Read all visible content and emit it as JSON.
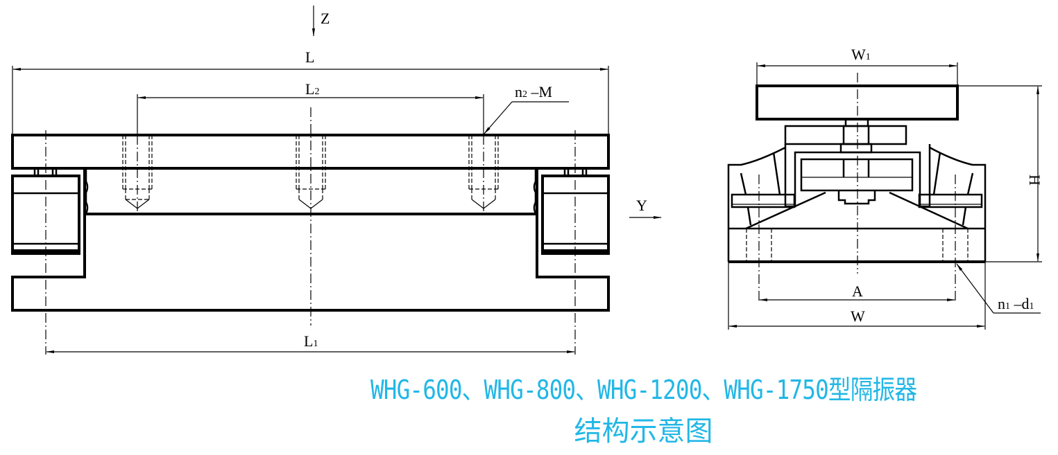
{
  "drawing": {
    "type": "engineering-structure-diagram",
    "views": {
      "side_view": {
        "axis_vertical_label": "Z",
        "axis_horizontal_label": "Y",
        "dimensions": {
          "overall_length": "L",
          "hole_spacing": "L",
          "hole_spacing_sub": "2",
          "mount_spacing": "L",
          "mount_spacing_sub": "1",
          "thread_callout_n": "n",
          "thread_callout_sub": "2",
          "thread_callout_rest": " –M"
        }
      },
      "end_view": {
        "dimensions": {
          "top_width": "W",
          "top_width_sub": "1",
          "height": "H",
          "anchor_spacing": "A",
          "base_width": "W",
          "hole_callout_n": "n",
          "hole_callout_sub": "1",
          "hole_callout_mid": " –d",
          "hole_callout_sub2": "1"
        }
      }
    },
    "colors": {
      "line": "#000000",
      "caption": "#22b7e6",
      "background": "#ffffff"
    }
  },
  "caption": {
    "line1": "WHG-600、WHG-800、WHG-1200、WHG-1750型隔振器",
    "line2": "结构示意图"
  }
}
